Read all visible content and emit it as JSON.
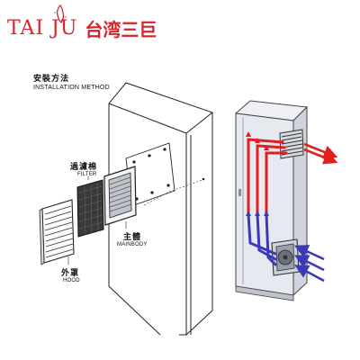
{
  "brand": {
    "name_en": "TAI JU",
    "name_cn": "台湾三巨",
    "color": "#d8232a"
  },
  "title": {
    "cn": "安裝方法",
    "en": "INSTALLATION METHOD"
  },
  "parts": {
    "filter": {
      "cn": "過濾棉",
      "en": "FILTER"
    },
    "mainbody": {
      "cn": "主體",
      "en": "MAINBODY"
    },
    "hood": {
      "cn": "外罩",
      "en": "HOOD"
    }
  },
  "colors": {
    "hot_air": "#e02020",
    "cool_air": "#3a3ab8",
    "cabinet": "#dfe3ea"
  }
}
